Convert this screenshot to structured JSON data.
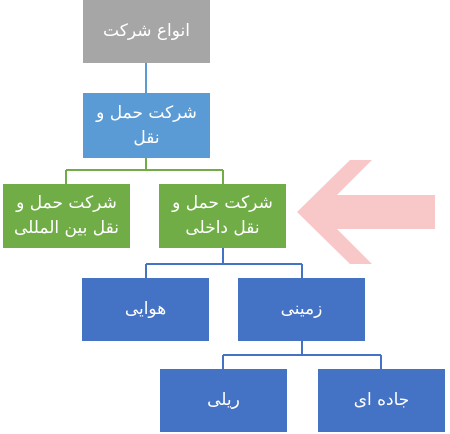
{
  "colors": {
    "root": "#a6a6a6",
    "level1": "#5b9bd5",
    "level2": "#70ad47",
    "level3": "#4472c4",
    "connector_blue": "#5b9bd5",
    "connector_green": "#70ad47",
    "connector_navy": "#4472c4",
    "arrow": "#f8c8c8"
  },
  "nodes": {
    "root": "انواع شرکت",
    "transport_company": "شرکت حمل و نقل",
    "domestic": "شرکت حمل و نقل داخلی",
    "international": "شرکت حمل و نقل بین المللی",
    "ground": "زمینی",
    "air": "هوایی",
    "road": "جاده ای",
    "rail": "ریلی"
  },
  "highlight_arrow": {
    "icon": "left-arrow-icon",
    "points_to": "domestic"
  }
}
